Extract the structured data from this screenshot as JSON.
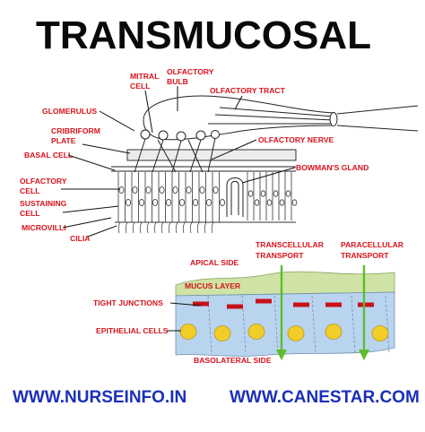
{
  "title": "TRANSMUCOSAL",
  "olfactory_labels": {
    "mitral_cell": [
      "MITRAL",
      "CELL"
    ],
    "olfactory_bulb": [
      "OLFACTORY",
      "BULB"
    ],
    "olfactory_tract": "OLFACTORY TRACT",
    "glomerulus": "GLOMERULUS",
    "cribriform_plate": [
      "CRIBRIFORM",
      "PLATE"
    ],
    "basal_cell": "BASAL CELL",
    "olfactory_nerve": "OLFACTORY NERVE",
    "bowmans_gland": "BOWMAN'S GLAND",
    "olfactory_cell": [
      "OLFACTORY",
      "CELL"
    ],
    "sustaining_cell": [
      "SUSTAINING",
      "CELL"
    ],
    "microvilli": "MICROVILLI",
    "cilia": "CILIA"
  },
  "transport_labels": {
    "apical_side": "APICAL SIDE",
    "transcellular": [
      "TRANSCELLULAR",
      "TRANSPORT"
    ],
    "paracellular": [
      "PARACELLULAR",
      "TRANSPORT"
    ],
    "mucus_layer": "MUCUS LAYER",
    "tight_junctions": "TIGHT JUNCTIONS",
    "epithelial_cells": "EPITHELIAL CELLS",
    "basolateral_side": "BASOLATERAL SIDE"
  },
  "footer": {
    "site_1": "WWW.NURSEINFO.IN",
    "site_2": "WWW.CANESTAR.COM"
  },
  "colors": {
    "label_red": "#d8121b",
    "url_blue": "#1a2fb8",
    "arrow_green": "#5bbd2a",
    "mucus_green": "#cfe3a6",
    "epithelium_blue": "#b9d4ee",
    "junction_red": "#c8101a",
    "nucleus_yellow": "#f2cd2a"
  }
}
